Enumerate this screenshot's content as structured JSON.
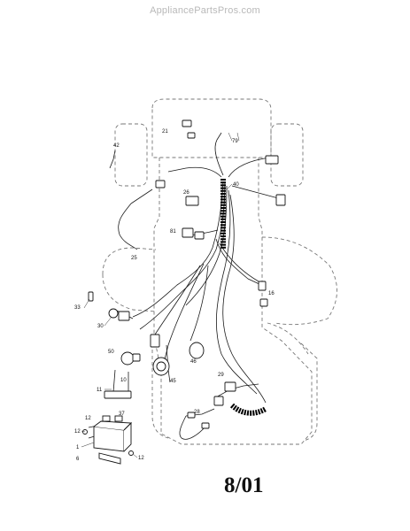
{
  "watermark": "AppliancePartsPros.com",
  "date_code": "8/01",
  "callouts": [
    "42",
    "21",
    "79",
    "40",
    "26",
    "81",
    "25",
    "16",
    "33",
    "30",
    "50",
    "46",
    "45",
    "11",
    "10",
    "29",
    "12",
    "37",
    "28",
    "12",
    "1",
    "6",
    "12"
  ]
}
